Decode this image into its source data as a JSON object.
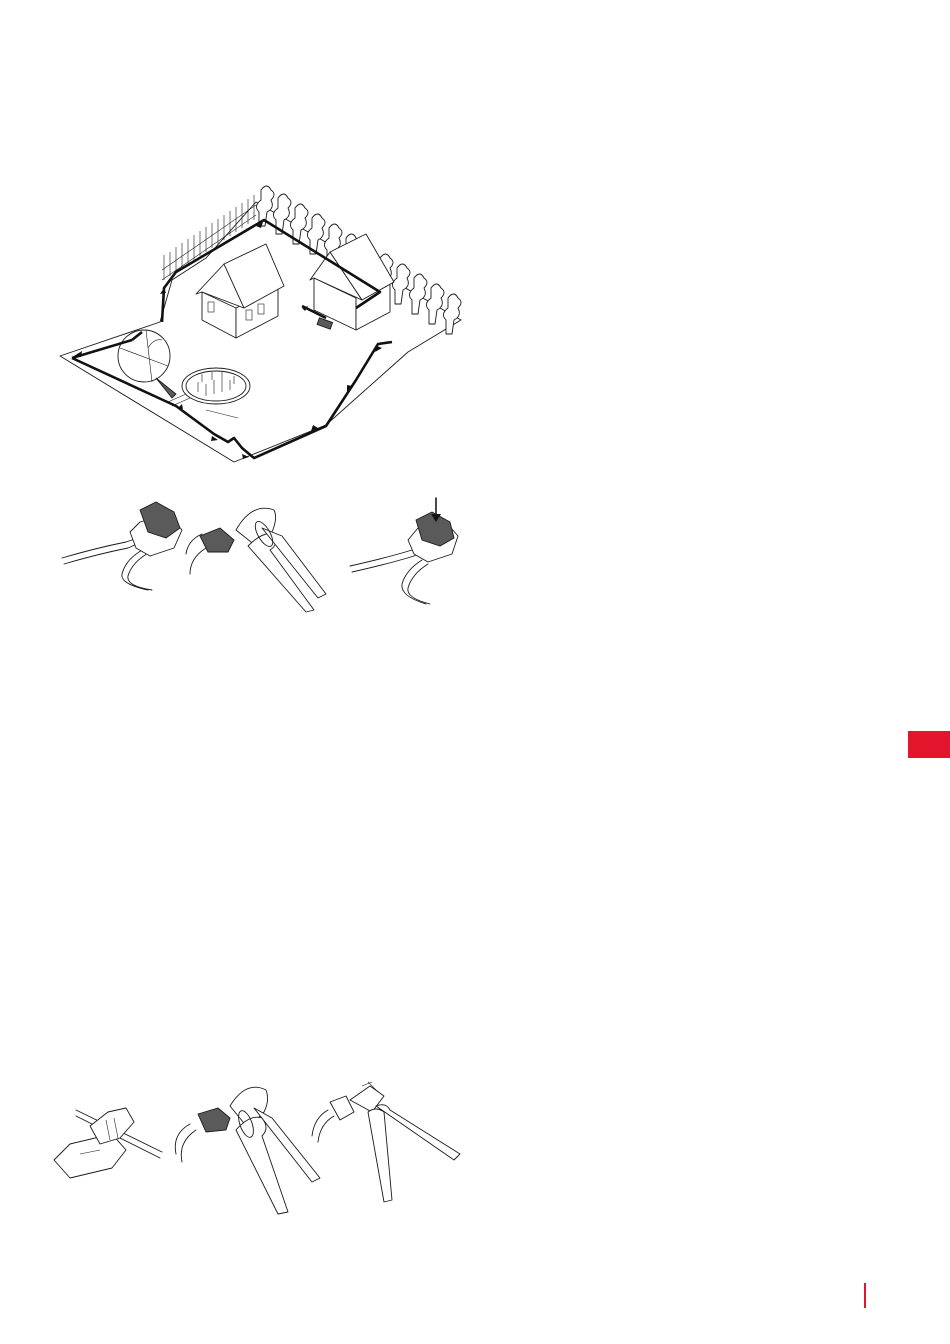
{
  "accent_color": "#e3152d",
  "figures": [
    {
      "id": "boundary-wire-layout",
      "icon": "garden-boundary-wire-diagram"
    },
    {
      "id": "connector-crimping-steps",
      "icon": "wire-connector-pliers-sequence"
    },
    {
      "id": "coupler-tools-steps",
      "icon": "coupler-pliers-cutter-sequence"
    }
  ]
}
